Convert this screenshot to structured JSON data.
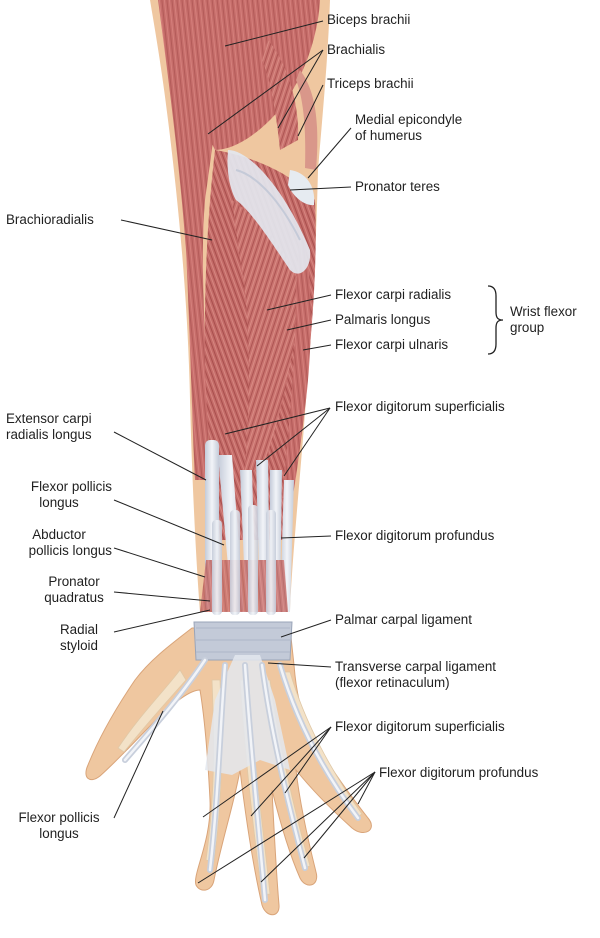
{
  "colors": {
    "muscle": "#c66d6a",
    "muscle_dark": "#a9504e",
    "muscle_light": "#de9890",
    "tendon": "#e7ebf2",
    "tendon_shade": "#b9c2d3",
    "skin": "#efc7a0",
    "skin_edge": "#d9a479",
    "bone": "#f1dfc4",
    "leader": "#222222",
    "text": "#1f1f1f"
  },
  "labels": {
    "biceps_brachii": "Biceps brachii",
    "brachialis": "Brachialis",
    "triceps_brachii": "Triceps brachii",
    "medial_epicondyle": [
      "Medial epicondyle",
      "of humerus"
    ],
    "pronator_teres": "Pronator teres",
    "brachioradialis": "Brachioradialis",
    "flexor_carpi_radialis": "Flexor carpi radialis",
    "palmaris_longus": "Palmaris longus",
    "flexor_carpi_ulnaris": "Flexor carpi ulnaris",
    "wrist_flexor_group": [
      "Wrist flexor",
      "group"
    ],
    "flexor_digitorum_superficialis_forearm": "Flexor digitorum superficialis",
    "extensor_carpi_radialis_longus": [
      "Extensor carpi",
      "radialis longus"
    ],
    "flexor_pollicis_longus_forearm": [
      "Flexor pollicis",
      "longus"
    ],
    "flexor_digitorum_profundus_forearm": "Flexor digitorum profundus",
    "abductor_pollicis_longus": [
      "Abductor",
      "pollicis longus"
    ],
    "pronator_quadratus": [
      "Pronator",
      "quadratus"
    ],
    "radial_styloid": [
      "Radial",
      "styloid"
    ],
    "palmar_carpal_ligament": "Palmar carpal ligament",
    "transverse_carpal_ligament": [
      "Transverse carpal ligament",
      "(flexor retinaculum)"
    ],
    "flexor_digitorum_superficialis_hand": "Flexor digitorum superficialis",
    "flexor_digitorum_profundus_hand": "Flexor digitorum profundus",
    "flexor_pollicis_longus_hand": [
      "Flexor pollicis",
      "longus"
    ]
  }
}
